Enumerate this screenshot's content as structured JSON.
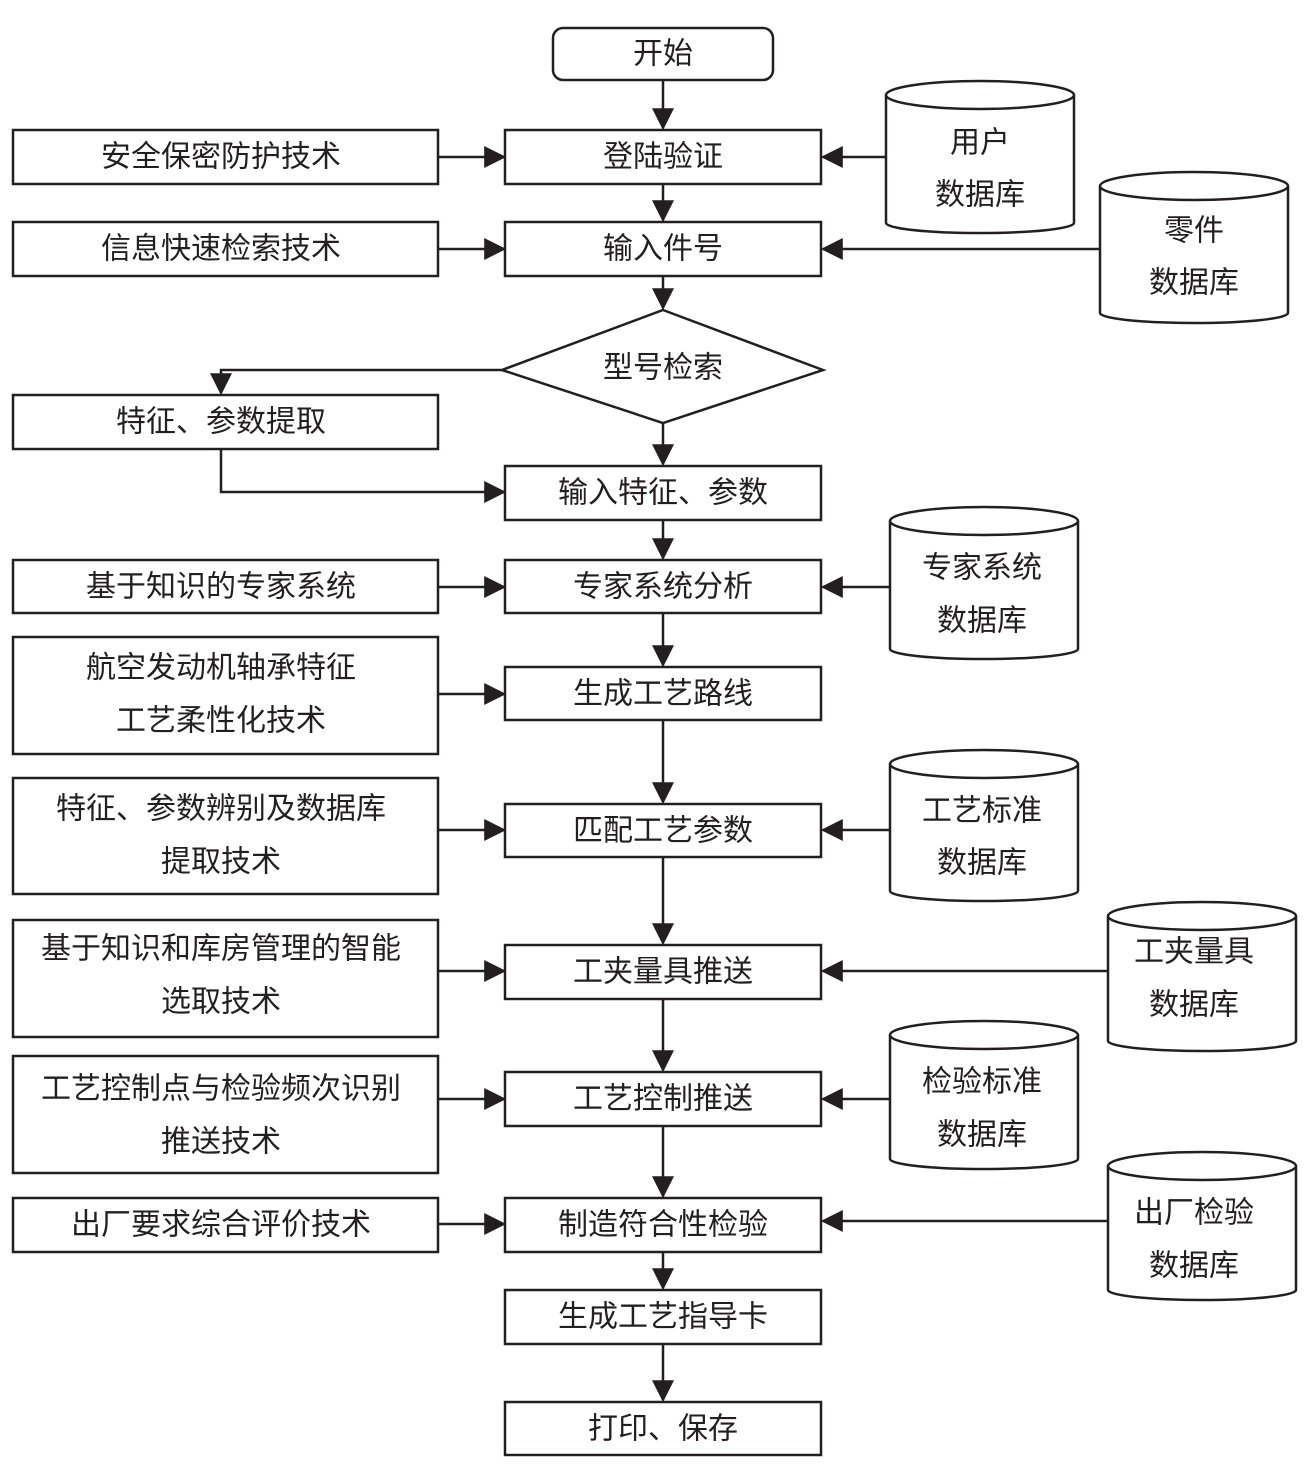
{
  "main": {
    "start": "开始",
    "login": "登陆验证",
    "input_part": "输入件号",
    "model_search": "型号检索",
    "input_features": "输入特征、参数",
    "expert_analysis": "专家系统分析",
    "gen_route": "生成工艺路线",
    "match_params": "匹配工艺参数",
    "fixture_push": "工夹量具推送",
    "control_push": "工艺控制推送",
    "conformity": "制造符合性检验",
    "gen_card": "生成工艺指导卡",
    "print_save": "打印、保存"
  },
  "techniques": {
    "security": "安全保密防护技术",
    "fast_search": "信息快速检索技术",
    "feature_extract": "特征、参数提取",
    "expert_system": "基于知识的专家系统",
    "flex_line1": "航空发动机轴承特征",
    "flex_line2": "工艺柔性化技术",
    "identify_line1": "特征、参数辨别及数据库",
    "identify_line2": "提取技术",
    "smart_line1": "基于知识和库房管理的智能",
    "smart_line2": "选取技术",
    "ctrl_line1": "工艺控制点与检验频次识别",
    "ctrl_line2": "推送技术",
    "factory_eval": "出厂要求综合评价技术"
  },
  "databases": {
    "user_line1": "用户",
    "user_line2": "数据库",
    "part_line1": "零件",
    "part_line2": "数据库",
    "expert_line1": "专家系统",
    "expert_line2": "数据库",
    "std_line1": "工艺标准",
    "std_line2": "数据库",
    "fixture_line1": "工夹量具",
    "fixture_line2": "数据库",
    "inspect_line1": "检验标准",
    "inspect_line2": "数据库",
    "factory_line1": "出厂检验",
    "factory_line2": "数据库"
  }
}
